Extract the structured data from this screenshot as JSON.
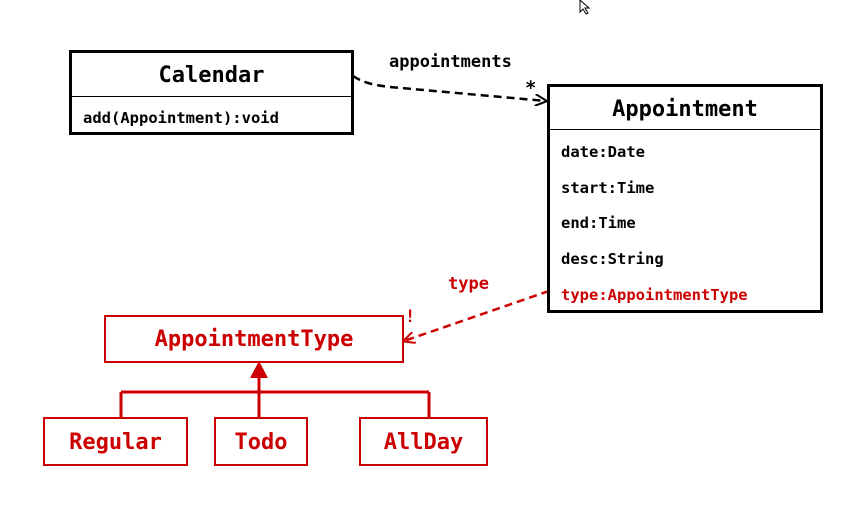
{
  "colors": {
    "black": "#000000",
    "red": "#cc0000"
  },
  "cursor_icon": "mouse-pointer-icon",
  "calendar": {
    "name": "Calendar",
    "operations": [
      "add(Appointment):void"
    ]
  },
  "appointment": {
    "name": "Appointment",
    "attributes": [
      "date:Date",
      "start:Time",
      "end:Time",
      "desc:String"
    ],
    "highlighted_attribute": "type:AppointmentType"
  },
  "appointment_type": {
    "name": "AppointmentType",
    "subclasses": [
      "Regular",
      "Todo",
      "AllDay"
    ]
  },
  "association_appointments": {
    "role": "appointments",
    "multiplicity": "*"
  },
  "association_type": {
    "role": "type",
    "multiplicity": "!"
  }
}
